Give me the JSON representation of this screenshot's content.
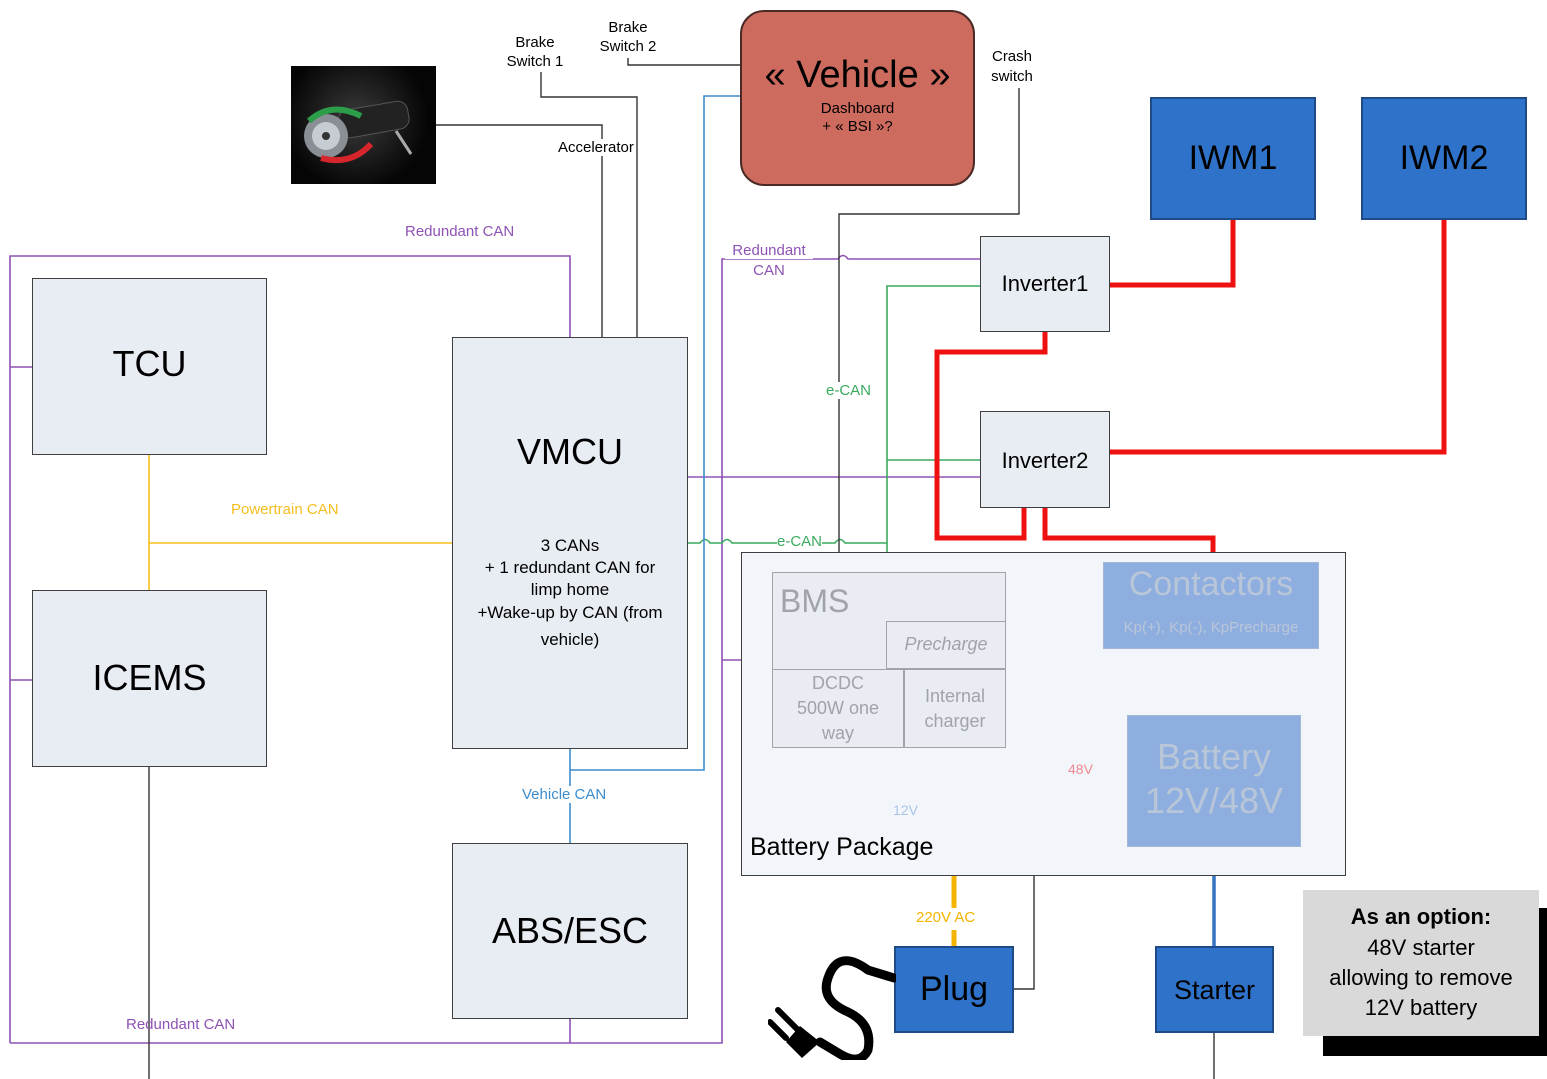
{
  "boxes": {
    "vehicle_title": "« Vehicle »",
    "vehicle_sub1": "Dashboard",
    "vehicle_sub2": "+ « BSI »?",
    "iwm1": "IWM1",
    "iwm2": "IWM2",
    "inverter1": "Inverter1",
    "inverter2": "Inverter2",
    "tcu": "TCU",
    "icems": "ICEMS",
    "vmcu_title": "VMCU",
    "vmcu_line1": "3 CANs",
    "vmcu_line2": "+ 1 redundant CAN for",
    "vmcu_line3": "limp home",
    "vmcu_line4": "+Wake-up by CAN (from",
    "vmcu_line5": "vehicle)",
    "abs_esc": "ABS/ESC",
    "bms": "BMS",
    "precharge": "Precharge",
    "dcdc_line1": "DCDC",
    "dcdc_line2": "500W one",
    "dcdc_line3": "way",
    "charger_line1": "Internal",
    "charger_line2": "charger",
    "contactors_title": "Contactors",
    "contactors_sub": "Kp(+), Kp(-), KpPrecharge",
    "battery_line1": "Battery",
    "battery_line2": "12V/48V",
    "battery_package": "Battery Package",
    "plug": "Plug",
    "starter": "Starter"
  },
  "labels": {
    "brake_switch_1_a": "Brake",
    "brake_switch_1_b": "Switch 1",
    "brake_switch_2_a": "Brake",
    "brake_switch_2_b": "Switch 2",
    "crash_switch_a": "Crash",
    "crash_switch_b": "switch",
    "accelerator": "Accelerator",
    "redundant_can_top": "Redundant CAN",
    "redundant_can_mid_a": "Redundant",
    "redundant_can_mid_b": "CAN",
    "redundant_can_bottom": "Redundant CAN",
    "powertrain_can": "Powertrain CAN",
    "ecan_1": "e-CAN",
    "ecan_2": "e-CAN",
    "vehicle_can": "Vehicle CAN",
    "v48": "48V",
    "v12": "12V",
    "v220ac": "220V AC"
  },
  "option_note": {
    "title": "As an option:",
    "line1": "48V starter",
    "line2": "allowing to remove",
    "line3": "12V battery"
  },
  "colors": {
    "redundant_can": "#8e52b4",
    "powertrain_can": "#f5be1e",
    "e_can": "#3aaa5e",
    "vehicle_can": "#3d8ccb",
    "power_48v": "#ee1111",
    "power_12v": "#a9c4e6",
    "ac_220v": "#f5b400",
    "wire": "#333333",
    "vehicle_box": "#cd6b5f",
    "motor_box": "#2f72c9",
    "ecu_box": "#e8ecf3",
    "battery_box": "#8faee0"
  },
  "icons": {
    "accelerator_image": "throttle-grip-icon",
    "plug_image": "power-plug-icon"
  }
}
